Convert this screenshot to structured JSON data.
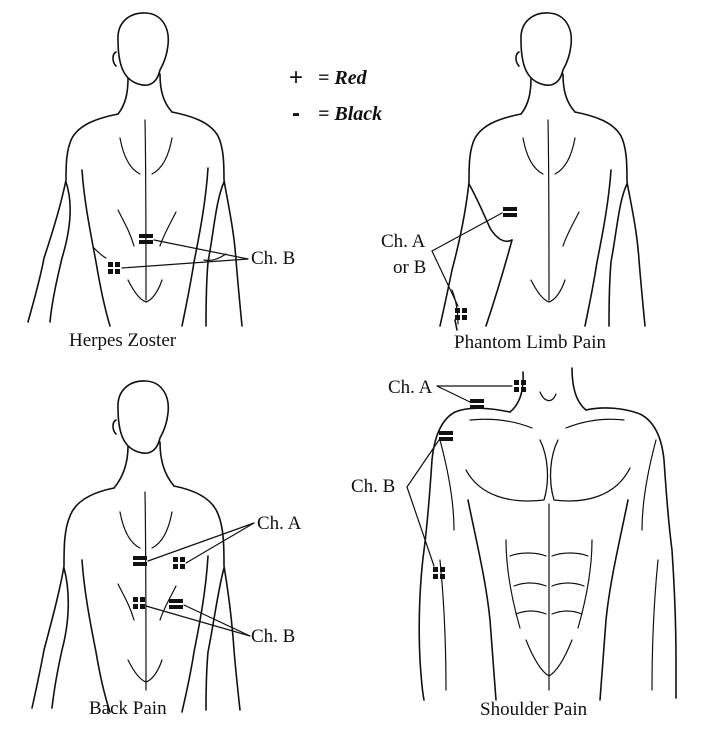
{
  "legend": {
    "plus": {
      "symbol": "+",
      "text": "= Red"
    },
    "minus": {
      "symbol": "-",
      "text": "= Black"
    }
  },
  "panels": {
    "herpes_zoster": {
      "caption": "Herpes Zoster",
      "channel_label": "Ch. B"
    },
    "phantom_limb": {
      "caption": "Phantom Limb Pain",
      "channel_label_line1": "Ch. A",
      "channel_label_line2": "or B"
    },
    "back_pain": {
      "caption": "Back Pain",
      "channel_a_label": "Ch. A",
      "channel_b_label": "Ch. B"
    },
    "shoulder_pain": {
      "caption": "Shoulder Pain",
      "channel_a_label": "Ch. A",
      "channel_b_label": "Ch. B"
    }
  },
  "colors": {
    "line": "#111111",
    "background": "#ffffff",
    "positive": "red",
    "negative": "black"
  }
}
